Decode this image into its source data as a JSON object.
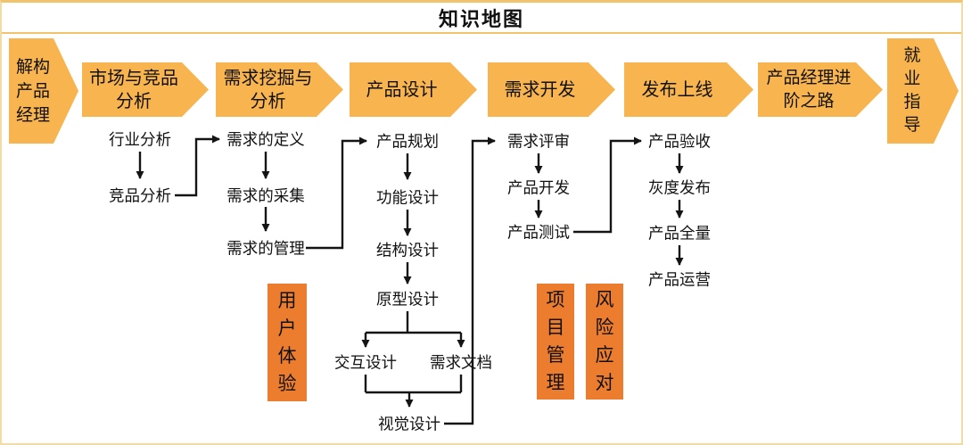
{
  "title": "知识地图",
  "colors": {
    "stage_fill": "#F8B44E",
    "badge_fill": "#EC7D2E",
    "outer_border": "#F0DCA4",
    "accent_border": "#F1C36B",
    "connector": "#141414",
    "text": "#111111"
  },
  "stages": [
    {
      "label": "解构产品经理",
      "lines": [
        "解构",
        "产品",
        "经理"
      ]
    },
    {
      "label": "市场与竞品分析",
      "lines": [
        "市场与竞品",
        "分析"
      ]
    },
    {
      "label": "需求挖掘与分析",
      "lines": [
        "需求挖掘与",
        "分析"
      ]
    },
    {
      "label": "产品设计",
      "lines": [
        "产品设计"
      ]
    },
    {
      "label": "需求开发",
      "lines": [
        "需求开发"
      ]
    },
    {
      "label": "发布上线",
      "lines": [
        "发布上线"
      ]
    },
    {
      "label": "产品经理进阶之路",
      "lines": [
        "产品经理进",
        "阶之路"
      ]
    },
    {
      "label": "就业指导",
      "lines": [
        "就",
        "业",
        "指",
        "导"
      ]
    }
  ],
  "flows": {
    "market_analysis": [
      "行业分析",
      "竞品分析"
    ],
    "requirement_mining": [
      "需求的定义",
      "需求的采集",
      "需求的管理"
    ],
    "product_design": [
      "产品规划",
      "功能设计",
      "结构设计",
      "原型设计",
      "交互设计",
      "需求文档",
      "视觉设计"
    ],
    "requirement_dev": [
      "需求评审",
      "产品开发",
      "产品测试"
    ],
    "release": [
      "产品验收",
      "灰度发布",
      "产品全量",
      "产品运营"
    ]
  },
  "badges": [
    {
      "label": "用户体验",
      "lines": [
        "用",
        "户",
        "体",
        "验"
      ]
    },
    {
      "label": "项目管理",
      "lines": [
        "项",
        "目",
        "管",
        "理"
      ]
    },
    {
      "label": "风险应对",
      "lines": [
        "风",
        "险",
        "应",
        "对"
      ]
    }
  ]
}
